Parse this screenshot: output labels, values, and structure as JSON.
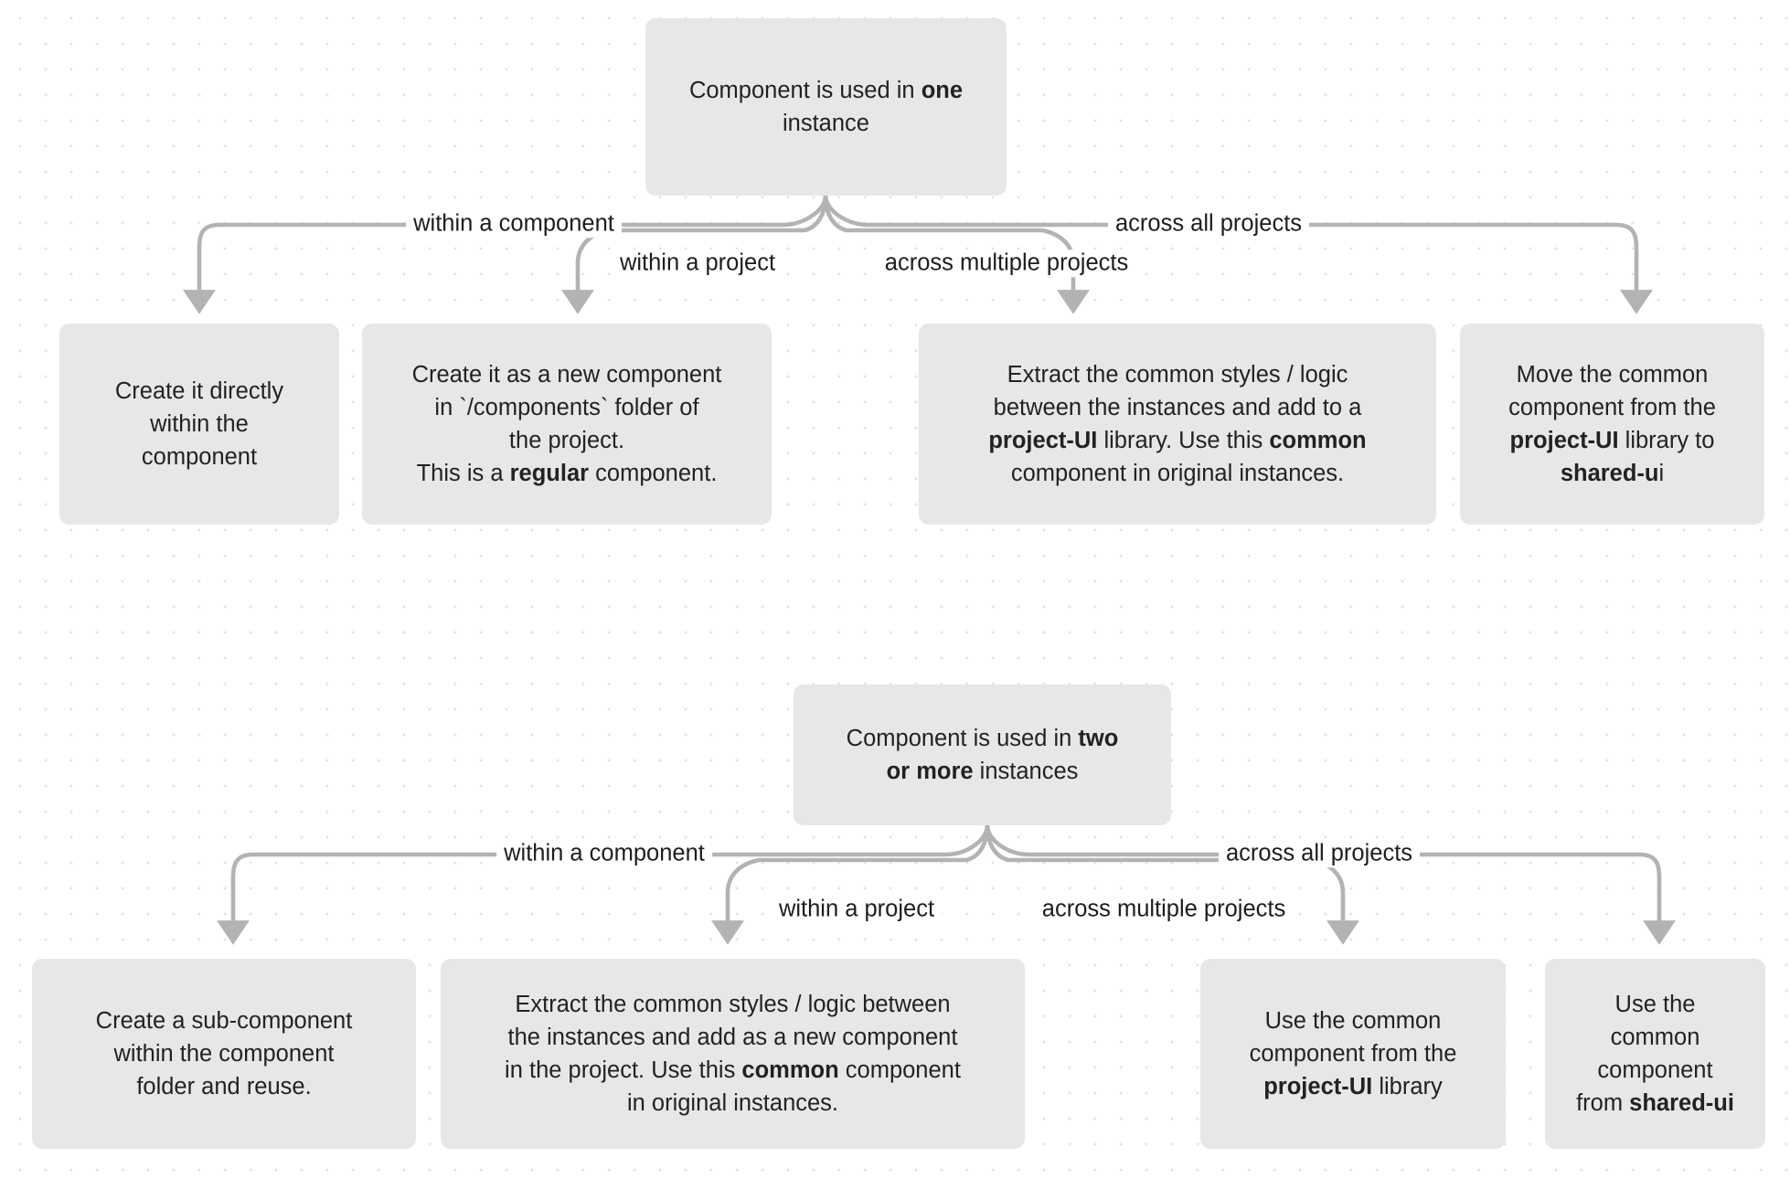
{
  "theme": {
    "background": "#ffffff",
    "dot_color": "#e3e3e3",
    "node_fill": "#e7e7e7",
    "edge_color": "#b3b3b3",
    "text_color": "#222222"
  },
  "diagrams": [
    {
      "id": "one-instance",
      "root": {
        "line1_pre": "Component is used in ",
        "line1_bold": "one",
        "line2": "instance"
      },
      "edge_labels": [
        "within a component",
        "within a project",
        "across multiple projects",
        "across all projects"
      ],
      "nodes": [
        {
          "id": "create-directly",
          "lines": [
            [
              {
                "t": "Create it directly",
                "b": false
              }
            ],
            [
              {
                "t": "within the",
                "b": false
              }
            ],
            [
              {
                "t": "component",
                "b": false
              }
            ]
          ]
        },
        {
          "id": "new-component-in-project",
          "lines": [
            [
              {
                "t": "Create it as a new component",
                "b": false
              }
            ],
            [
              {
                "t": "in `/components` folder of",
                "b": false
              }
            ],
            [
              {
                "t": "the project.",
                "b": false
              }
            ],
            [
              {
                "t": "This is a ",
                "b": false
              },
              {
                "t": "regular",
                "b": true
              },
              {
                "t": " component.",
                "b": false
              }
            ]
          ]
        },
        {
          "id": "extract-to-project-ui",
          "lines": [
            [
              {
                "t": "Extract the common styles / logic",
                "b": false
              }
            ],
            [
              {
                "t": "between the instances and add to a",
                "b": false
              }
            ],
            [
              {
                "t": "project-UI",
                "b": true
              },
              {
                "t": " library. Use this ",
                "b": false
              },
              {
                "t": "common",
                "b": true
              }
            ],
            [
              {
                "t": "component in original instances.",
                "b": false
              }
            ]
          ]
        },
        {
          "id": "move-to-shared-ui",
          "lines": [
            [
              {
                "t": "Move the common",
                "b": false
              }
            ],
            [
              {
                "t": "component from the",
                "b": false
              }
            ],
            [
              {
                "t": "project-UI",
                "b": true
              },
              {
                "t": " library to",
                "b": false
              }
            ],
            [
              {
                "t": "shared-u",
                "b": true
              },
              {
                "t": "i",
                "b": false
              }
            ]
          ]
        }
      ]
    },
    {
      "id": "two-or-more-instances",
      "root": {
        "line1_pre": "Component is used in ",
        "line1_bold": "two",
        "line2_bold": "or more",
        "line2_post": " instances"
      },
      "edge_labels": [
        "within a component",
        "within a project",
        "across multiple projects",
        "across all projects"
      ],
      "nodes": [
        {
          "id": "create-sub-component",
          "lines": [
            [
              {
                "t": "Create a sub-component",
                "b": false
              }
            ],
            [
              {
                "t": "within the component",
                "b": false
              }
            ],
            [
              {
                "t": "folder and reuse.",
                "b": false
              }
            ]
          ]
        },
        {
          "id": "extract-new-component-in-project",
          "lines": [
            [
              {
                "t": "Extract the common styles / logic between",
                "b": false
              }
            ],
            [
              {
                "t": "the instances and add as a new component",
                "b": false
              }
            ],
            [
              {
                "t": "in the project. Use this ",
                "b": false
              },
              {
                "t": "common",
                "b": true
              },
              {
                "t": " component",
                "b": false
              }
            ],
            [
              {
                "t": "in original instances.",
                "b": false
              }
            ]
          ]
        },
        {
          "id": "use-common-from-project-ui",
          "lines": [
            [
              {
                "t": "Use the common",
                "b": false
              }
            ],
            [
              {
                "t": "component from the",
                "b": false
              }
            ],
            [
              {
                "t": "project-UI",
                "b": true
              },
              {
                "t": " library",
                "b": false
              }
            ]
          ]
        },
        {
          "id": "use-common-from-shared-ui",
          "lines": [
            [
              {
                "t": "Use the",
                "b": false
              }
            ],
            [
              {
                "t": "common",
                "b": false
              }
            ],
            [
              {
                "t": "component",
                "b": false
              }
            ],
            [
              {
                "t": "from ",
                "b": false
              },
              {
                "t": "shared-ui",
                "b": true
              }
            ]
          ]
        }
      ]
    }
  ]
}
